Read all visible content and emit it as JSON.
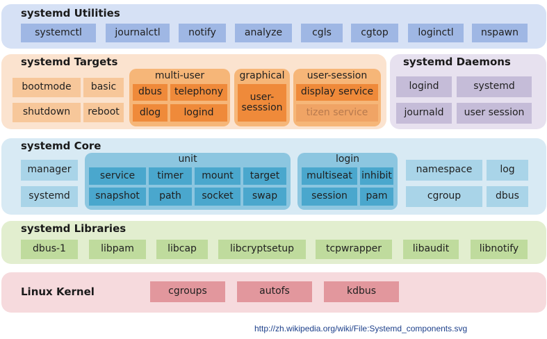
{
  "utilities": {
    "title": "systemd Utilities",
    "items": [
      "systemctl",
      "journalctl",
      "notify",
      "analyze",
      "cgls",
      "cgtop",
      "loginctl",
      "nspawn"
    ]
  },
  "targets": {
    "title": "systemd Targets",
    "left_items": [
      "bootmode",
      "basic",
      "shutdown",
      "reboot"
    ],
    "multi_user": {
      "label": "multi-user",
      "items": [
        "dbus",
        "telephony",
        "dlog",
        "logind"
      ]
    },
    "graphical": {
      "label": "graphical",
      "items": [
        "user-\nsesssion"
      ]
    },
    "user_session": {
      "label": "user-session",
      "items": [
        "display service",
        "tizen service"
      ]
    }
  },
  "daemons": {
    "title": "systemd Daemons",
    "items": [
      "logind",
      "systemd",
      "journald",
      "user session"
    ]
  },
  "core": {
    "title": "systemd Core",
    "left_items": [
      "manager",
      "systemd"
    ],
    "unit": {
      "label": "unit",
      "items": [
        "service",
        "timer",
        "mount",
        "target",
        "snapshot",
        "path",
        "socket",
        "swap"
      ]
    },
    "login": {
      "label": "login",
      "items": [
        "multiseat",
        "inhibit",
        "session",
        "pam"
      ]
    },
    "right_items": [
      "namespace",
      "log",
      "cgroup",
      "dbus"
    ]
  },
  "libraries": {
    "title": "systemd Libraries",
    "items": [
      "dbus-1",
      "libpam",
      "libcap",
      "libcryptsetup",
      "tcpwrapper",
      "libaudit",
      "libnotify"
    ]
  },
  "kernel": {
    "title": "Linux Kernel",
    "items": [
      "cgroups",
      "autofs",
      "kdbus"
    ]
  },
  "source_url": "http://zh.wikipedia.org/wiki/File:Systemd_components.svg",
  "colors": {
    "utilities_band": "#d6e1f5",
    "utilities_box": "#9fb7e4",
    "targets_band": "#fbe3cf",
    "targets_box": "#f7c79a",
    "targets_group": "#f6b678",
    "targets_inner": "#ef8a3a",
    "daemons_band": "#e7e1ef",
    "daemons_box": "#c5bcd8",
    "core_band": "#d8eaf4",
    "core_box": "#a9d4e8",
    "core_group": "#8cc6e0",
    "core_inner": "#4aa7cd",
    "libraries_band": "#e2eecf",
    "libraries_box": "#bfdb9d",
    "kernel_band": "#f6dadd",
    "kernel_box": "#e2979d"
  }
}
